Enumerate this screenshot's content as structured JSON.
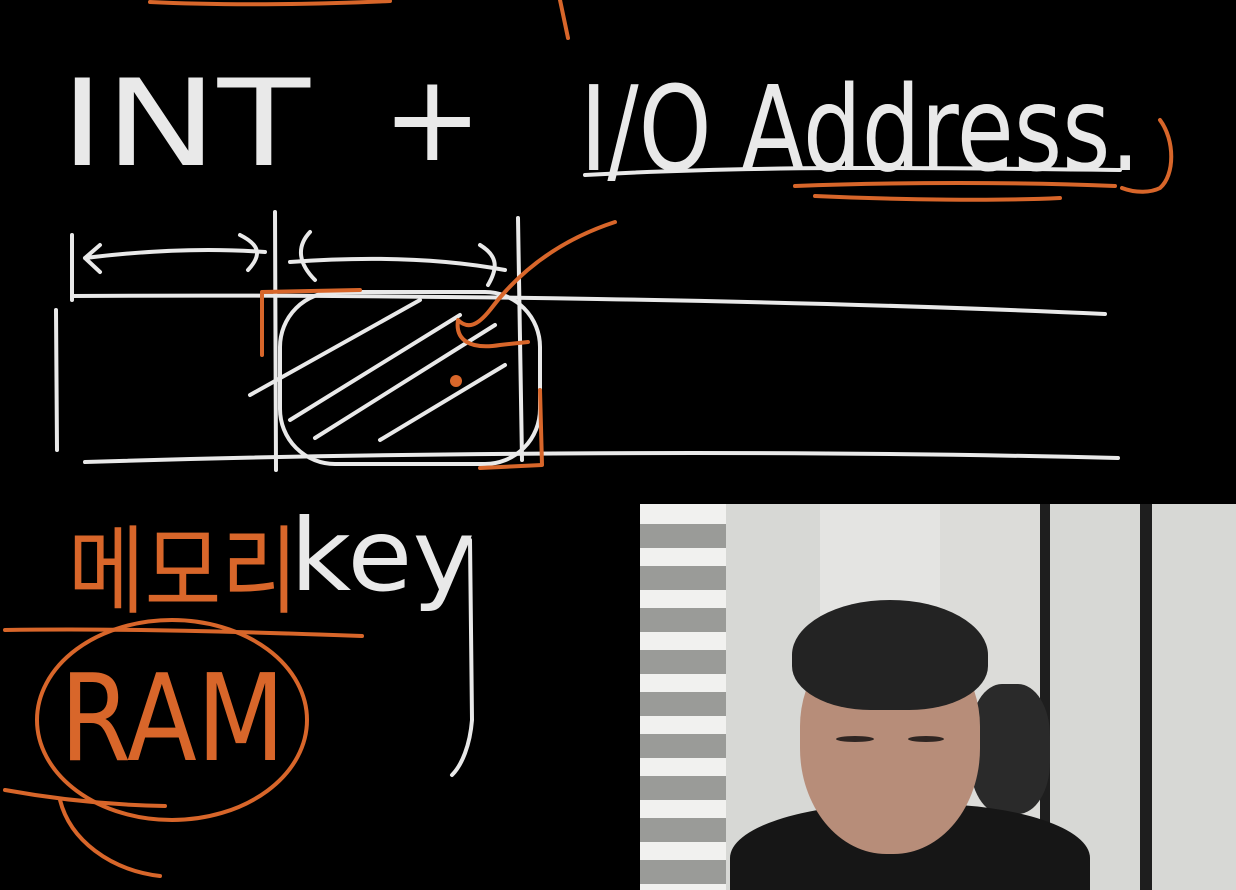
{
  "whiteboard": {
    "title_left": "INT",
    "title_plus": "+",
    "title_right": "I/O Address.",
    "note_korean": "메모리",
    "note_key": "key",
    "note_ram": "RAM",
    "ink_colors": {
      "white": "#e9e9e9",
      "orange": "#d8662a",
      "background": "#000000"
    }
  },
  "webcam": {
    "label": "presenter webcam"
  }
}
